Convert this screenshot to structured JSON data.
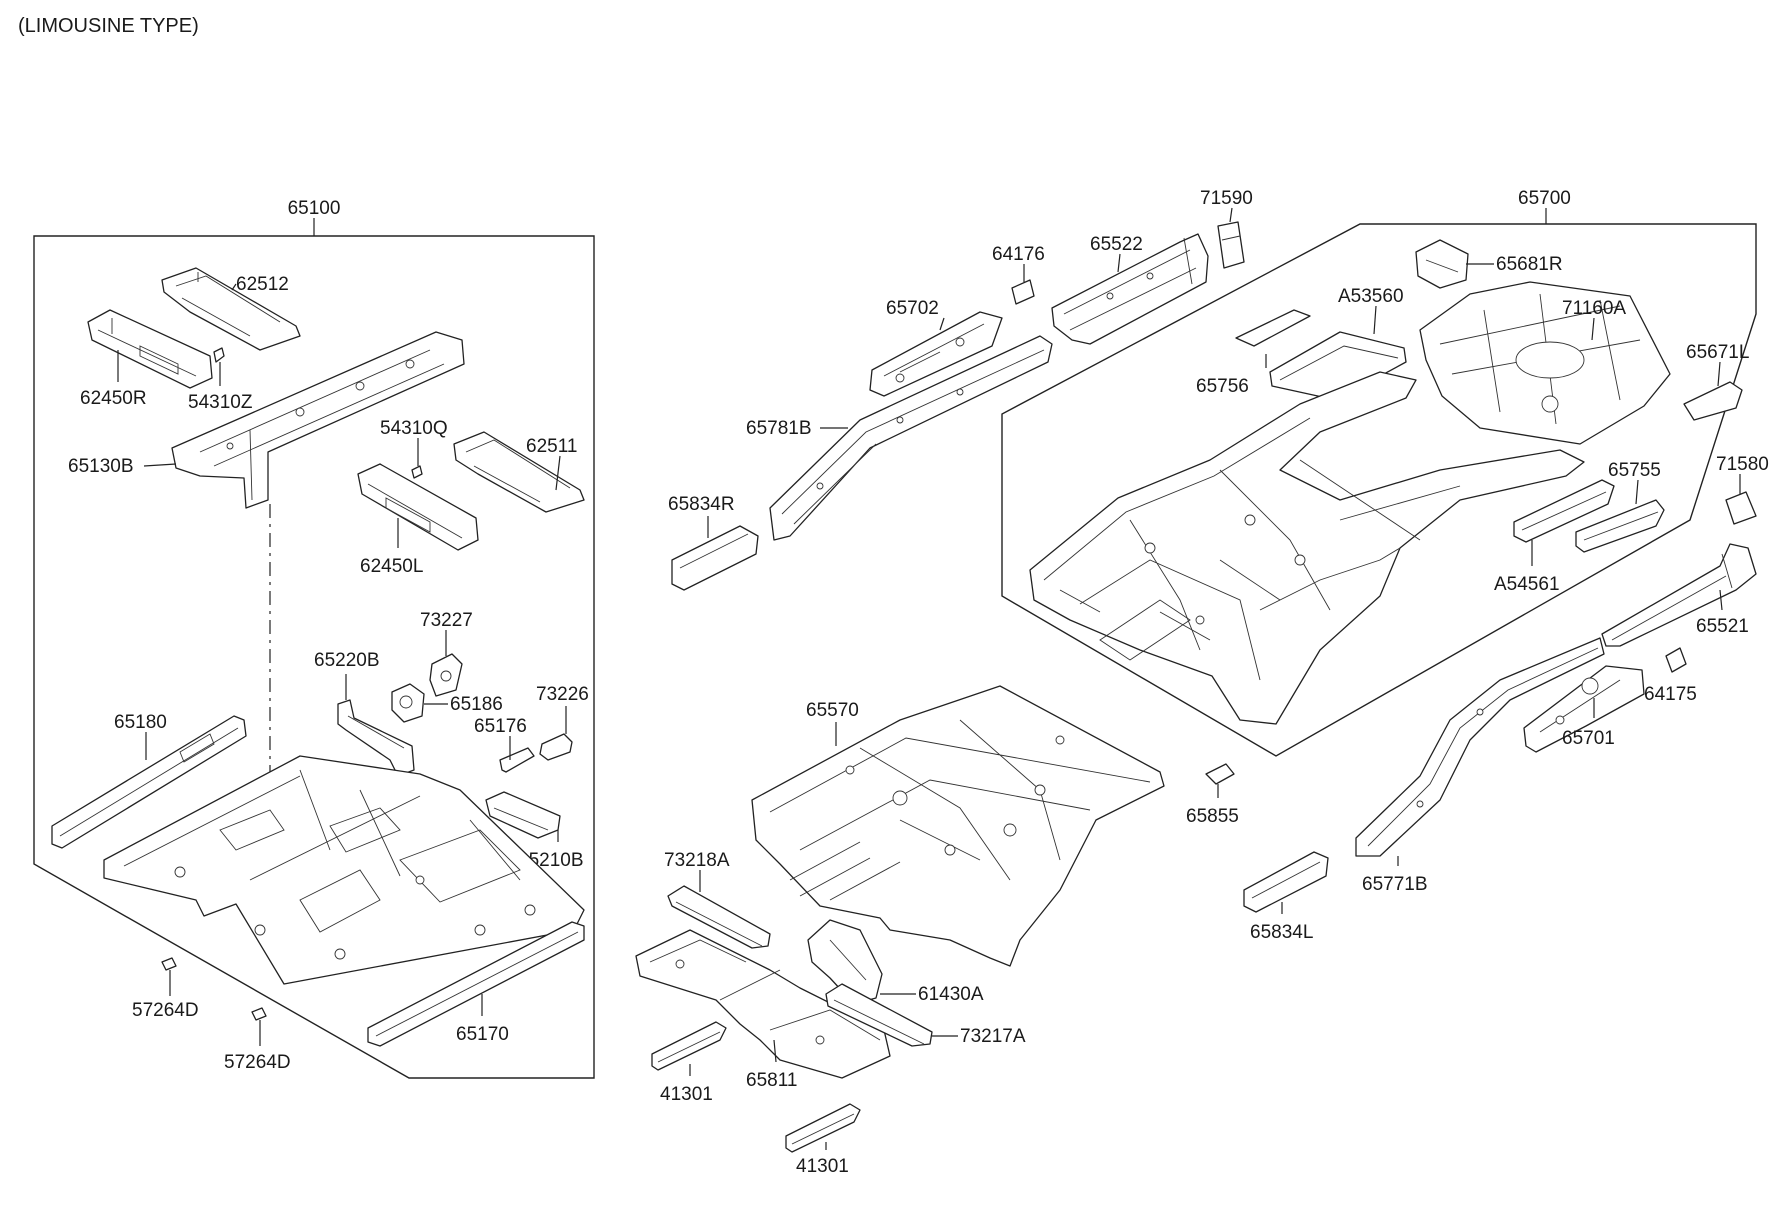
{
  "header": {
    "title": "(LIMOUSINE TYPE)"
  },
  "labels": {
    "p65100": "65100",
    "p62512": "62512",
    "p62450R": "62450R",
    "p54310Z": "54310Z",
    "p65130B": "65130B",
    "p54310Q": "54310Q",
    "p62511": "62511",
    "p62450L": "62450L",
    "p73227": "73227",
    "p65220B": "65220B",
    "p65186": "65186",
    "p73226": "73226",
    "p65176": "65176",
    "p65180": "65180",
    "p65210B": "65210B",
    "p57264D_1": "57264D",
    "p57264D_2": "57264D",
    "p65170": "65170",
    "p71590": "71590",
    "p64176": "64176",
    "p65522": "65522",
    "p65702": "65702",
    "p65781B": "65781B",
    "p65834R": "65834R",
    "p65700": "65700",
    "p65681R": "65681R",
    "pA53560": "A53560",
    "p71160A": "71160A",
    "p65756": "65756",
    "p65671L": "65671L",
    "p71580": "71580",
    "p65755": "65755",
    "pA54561": "A54561",
    "p65521": "65521",
    "p64175": "64175",
    "p65701": "65701",
    "p65570": "65570",
    "p65855": "65855",
    "p65771B": "65771B",
    "p65834L": "65834L",
    "p73218A": "73218A",
    "p61430A": "61430A",
    "p73217A": "73217A",
    "p41301_1": "41301",
    "p41301_2": "41301",
    "p65811": "65811"
  }
}
